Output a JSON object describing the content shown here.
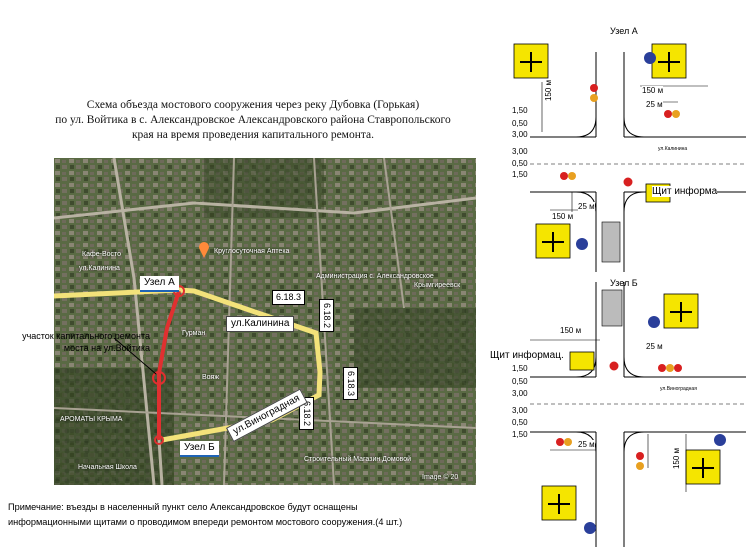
{
  "title": {
    "line1": "Схема объезда мостового сооружения через реку Дубовка (Горькая)",
    "line2": "по ул. Войтика в с. Александровское Александровского района Ставропольского",
    "line3": "края на время проведения капитального ремонта."
  },
  "map": {
    "uzel_a": "Узел А",
    "uzel_b": "Узел Б",
    "street_kalinina_map": "ул.Калинина",
    "street_kalinina_box": "ул.Калинина",
    "street_vinogradnaya_box": "ул.Виноградная",
    "sign_6183_top": "6.18.3",
    "sign_6182_top": "6.18.2",
    "sign_6183_right": "6.18.3",
    "sign_6182_bottom": "6.18.2",
    "remont_line1": "участок капитального ремонта",
    "remont_line2": "моста на ул.Войтика",
    "labels": {
      "kafe": "Кафе-Восто",
      "kruglosut": "Круглосуточная Аптека",
      "admin": "Администрация с. Александровское",
      "krymgirey": "Крымгиреевск",
      "gurman": "Гурман",
      "voyazh": "Вояж",
      "aromaty": "АРОМАТЫ КРЫМА",
      "stroitel": "Строительный Магазин Домовой",
      "shkola": "Начальная Школа",
      "image": "Image © 20"
    }
  },
  "note": {
    "line1": "Примечание: въезды в населенный пункт село Александровское будут оснащены",
    "line2": "информационными щитами о проводимом впереди ремонтом мостового сооружения.(4 шт.)"
  },
  "diagram_a": {
    "heading": "Узел А",
    "shchit": "Щит информа",
    "dist_150_top": "150 м",
    "dist_25_top": "25 м",
    "dist_150_left": "150 м",
    "dist_25_bottom": "25 м",
    "dist_150_bottom": "150 м",
    "dims": [
      "1,50",
      "0,50",
      "3,00",
      "3,00",
      "0,50",
      "1,50"
    ],
    "street": "ул.Калинина"
  },
  "diagram_b": {
    "heading": "Узел Б",
    "shchit": "Щит информац.",
    "dist_150_top": "150 м",
    "dist_25_top": "25 м",
    "dist_25_bottom": "25 м",
    "dist_150_right": "150 м",
    "dims": [
      "1,50",
      "0,50",
      "3,00",
      "3,00",
      "0,50",
      "1,50"
    ],
    "street": "ул.Виноградная"
  },
  "colors": {
    "route": "#f3e27a",
    "detour_sign": "#f5e500",
    "closed_road": "#e03030",
    "sign_blue": "#2a3f9a",
    "sign_red": "#d82020"
  }
}
